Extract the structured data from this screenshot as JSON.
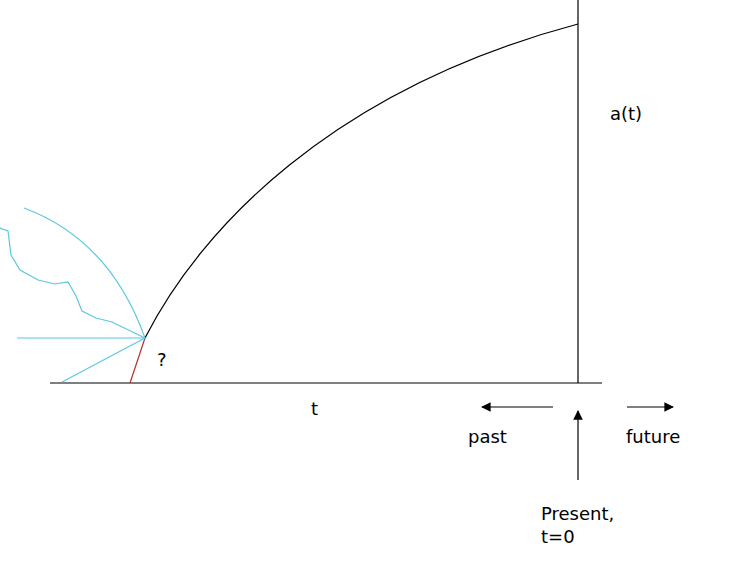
{
  "diagram": {
    "labels": [
      "a(t)",
      "t",
      "past",
      "future",
      "Present, t=0",
      "?"
    ]
  }
}
